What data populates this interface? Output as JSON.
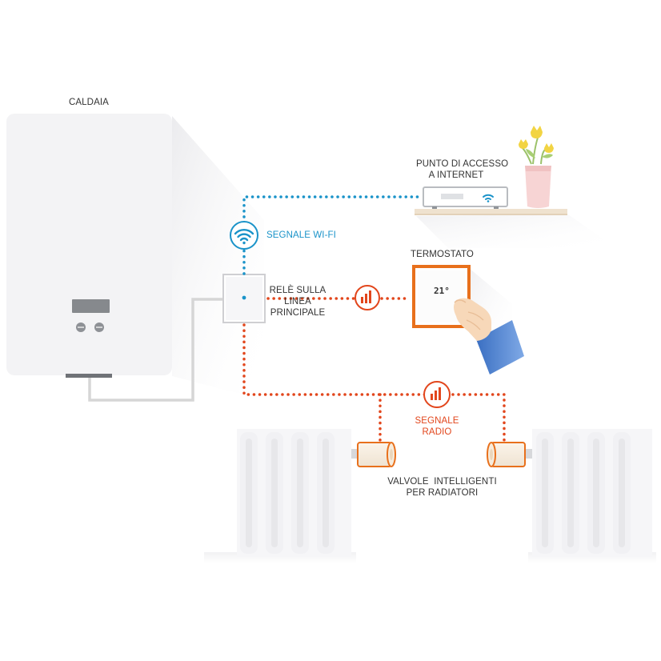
{
  "labels": {
    "boiler": "CALDAIA",
    "access_point": [
      "PUNTO DI ACCESSO",
      "A INTERNET"
    ],
    "wifi_signal": "SEGNALE WI-FI",
    "relay": [
      "RELÈ SULLA",
      "LINEA",
      "PRINCIPALE"
    ],
    "thermostat": "TERMOSTATO",
    "radio_signal": [
      "SEGNALE",
      "RADIO"
    ],
    "valves": [
      "VALVOLE  INTELLIGENTI",
      "PER RADIATORI"
    ]
  },
  "thermostat_display": "21°",
  "colors": {
    "wifi": "#1a93c9",
    "radio": "#e2461c",
    "thermostat_frame": "#e8701c",
    "valve_accent": "#e8701c",
    "wire": "#d6d6d6"
  },
  "icons": {
    "wifi_badge": "wifi-icon",
    "radio_badges": "radio-signal-icon",
    "router_led": "wifi-icon",
    "hand": "hand-icon",
    "plant": "flower-icon"
  }
}
